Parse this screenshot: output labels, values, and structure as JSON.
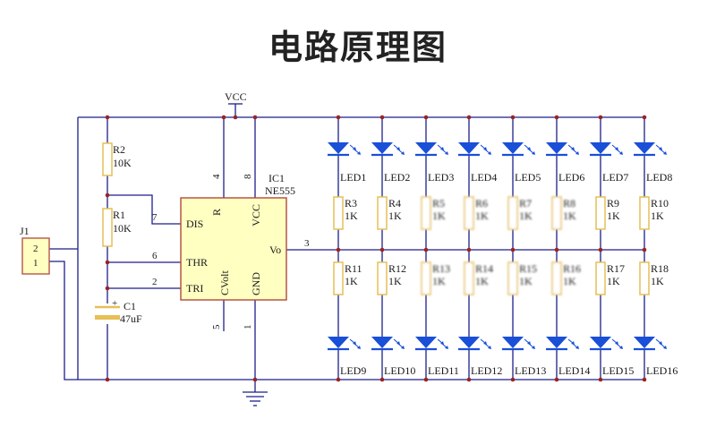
{
  "title": "电路原理图",
  "colors": {
    "wire": "#1c1f8a",
    "led": "#1a4fd8",
    "part": "#e6bf55",
    "ic_fill": "#ffffc2",
    "ic_border": "#b04a3a",
    "junction": "#9a2323"
  },
  "power": {
    "vcc": "VCC"
  },
  "connector": {
    "ref": "J1",
    "pins": [
      "2",
      "1"
    ]
  },
  "resistors_left": [
    {
      "ref": "R2",
      "value": "10K"
    },
    {
      "ref": "R1",
      "value": "10K"
    }
  ],
  "capacitor": {
    "ref": "C1",
    "value": "47uF"
  },
  "ic": {
    "ref": "IC1",
    "part": "NE555",
    "pins": {
      "dis": {
        "label": "DIS",
        "num": "7"
      },
      "thr": {
        "label": "THR",
        "num": "6"
      },
      "tri": {
        "label": "TRI",
        "num": "2"
      },
      "r": {
        "label": "R",
        "num": "4"
      },
      "vcc": {
        "label": "VCC",
        "num": "8"
      },
      "cvolt": {
        "label": "CVolt",
        "num": "5"
      },
      "gnd": {
        "label": "GND",
        "num": "1"
      },
      "vo": {
        "label": "Vo",
        "num": "3"
      }
    }
  },
  "columns": [
    {
      "led_top": "LED1",
      "r_top": "R3",
      "r_top_val": "1K",
      "r_bot": "R11",
      "r_bot_val": "1K",
      "led_bot": "LED9"
    },
    {
      "led_top": "LED2",
      "r_top": "R4",
      "r_top_val": "1K",
      "r_bot": "R12",
      "r_bot_val": "1K",
      "led_bot": "LED10"
    },
    {
      "led_top": "LED3",
      "r_top": "R5",
      "r_top_val": "1K",
      "r_bot": "R13",
      "r_bot_val": "1K",
      "led_bot": "LED11"
    },
    {
      "led_top": "LED4",
      "r_top": "R6",
      "r_top_val": "1K",
      "r_bot": "R14",
      "r_bot_val": "1K",
      "led_bot": "LED12"
    },
    {
      "led_top": "LED5",
      "r_top": "R7",
      "r_top_val": "1K",
      "r_bot": "R15",
      "r_bot_val": "1K",
      "led_bot": "LED13"
    },
    {
      "led_top": "LED6",
      "r_top": "R8",
      "r_top_val": "1K",
      "r_bot": "R16",
      "r_bot_val": "1K",
      "led_bot": "LED14"
    },
    {
      "led_top": "LED7",
      "r_top": "R9",
      "r_top_val": "1K",
      "r_bot": "R17",
      "r_bot_val": "1K",
      "led_bot": "LED15"
    },
    {
      "led_top": "LED8",
      "r_top": "R10",
      "r_top_val": "1K",
      "r_bot": "R18",
      "r_bot_val": "1K",
      "led_bot": "LED16"
    }
  ]
}
